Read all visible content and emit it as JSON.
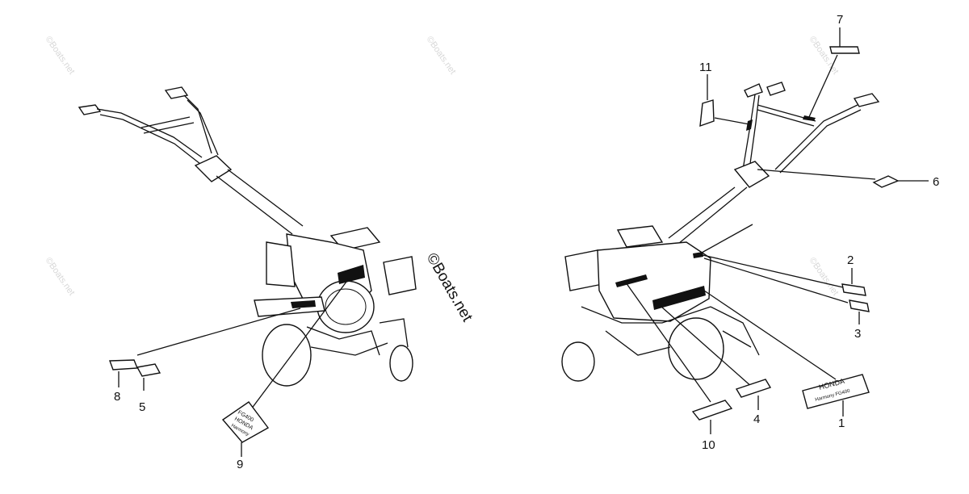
{
  "watermark": {
    "text": "©Boats.net"
  },
  "center_mark": {
    "text": "©Boats.net"
  },
  "callouts": [
    {
      "id": "1",
      "text": "1"
    },
    {
      "id": "2",
      "text": "2"
    },
    {
      "id": "3",
      "text": "3"
    },
    {
      "id": "4",
      "text": "4"
    },
    {
      "id": "5",
      "text": "5"
    },
    {
      "id": "6",
      "text": "6"
    },
    {
      "id": "7",
      "text": "7"
    },
    {
      "id": "8",
      "text": "8"
    },
    {
      "id": "9",
      "text": "9"
    },
    {
      "id": "10",
      "text": "10"
    },
    {
      "id": "11",
      "text": "11"
    }
  ],
  "decal_texts": {
    "part1": {
      "line1": "HONDA",
      "line2": "Harmony FG400"
    },
    "part9": {
      "line1": "FG400",
      "line2": "HONDA",
      "line3": "Harmony"
    }
  },
  "colors": {
    "line": "#111111",
    "watermark": "#d8d8d8"
  }
}
